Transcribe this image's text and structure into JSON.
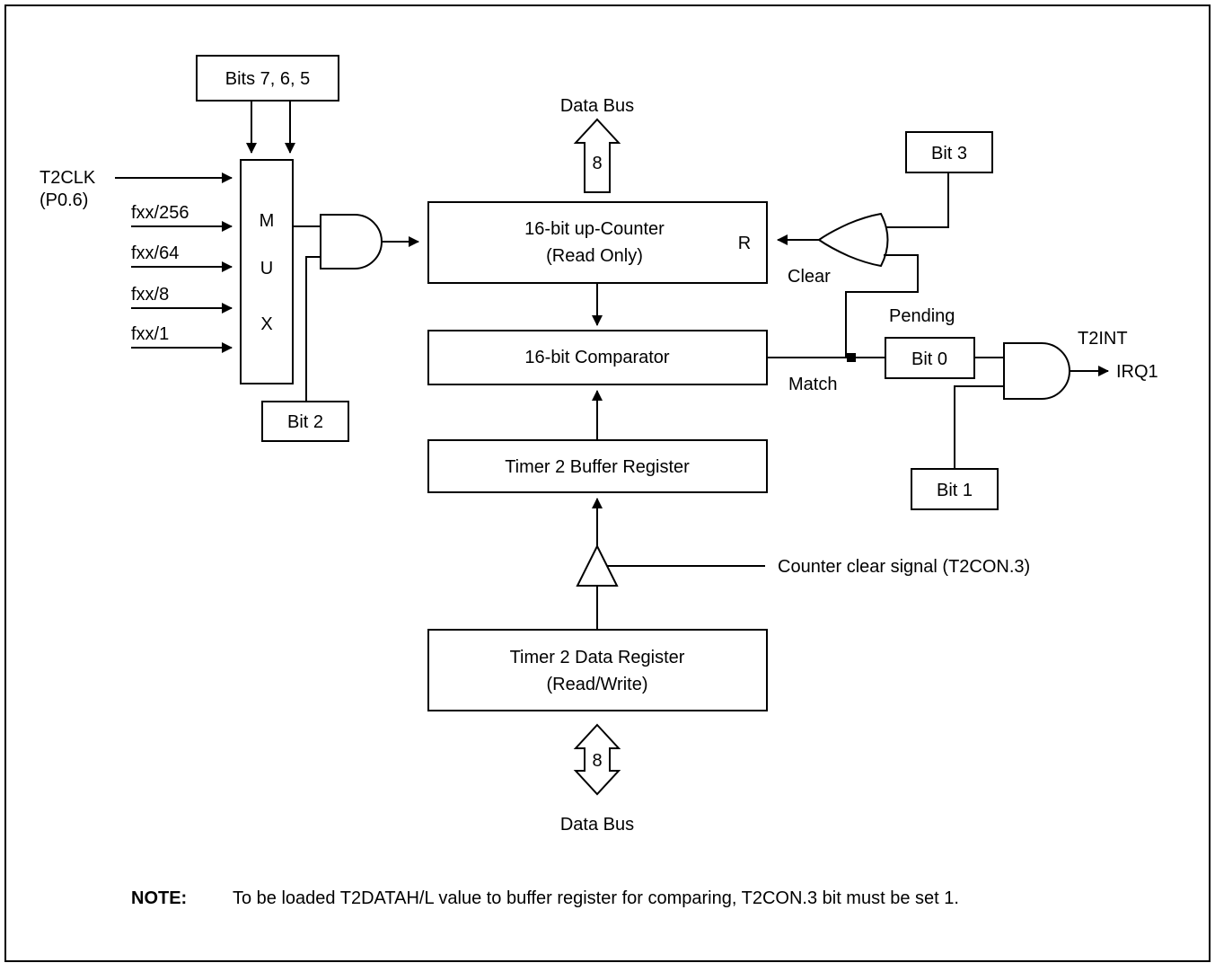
{
  "boxes": {
    "mux_select": "Bits 7, 6, 5",
    "mux_m": "M",
    "mux_u": "U",
    "mux_x": "X",
    "bit2": "Bit 2",
    "bit3": "Bit 3",
    "bit0": "Bit 0",
    "bit1": "Bit 1",
    "counter_line1": "16-bit up-Counter",
    "counter_line2": "(Read Only)",
    "counter_reset": "R",
    "comparator": "16-bit Comparator",
    "buffer": "Timer 2 Buffer Register",
    "data_reg_line1": "Timer 2 Data Register",
    "data_reg_line2": "(Read/Write)"
  },
  "inputs": {
    "t2clk": "T2CLK",
    "p06": "(P0.6)",
    "f256": "fxx/256",
    "f64": "fxx/64",
    "f8": "fxx/8",
    "f1": "fxx/1"
  },
  "labels": {
    "data_bus_top": "Data Bus",
    "data_bus_bottom": "Data Bus",
    "bus_width_top": "8",
    "bus_width_bottom": "8",
    "clear": "Clear",
    "pending": "Pending",
    "match": "Match",
    "t2int": "T2INT",
    "irq1": "IRQ1",
    "clear_signal": "Counter clear signal (T2CON.3)"
  },
  "note": {
    "label": "NOTE:",
    "text": "To be loaded T2DATAH/L value to buffer register for comparing, T2CON.3 bit must be set 1."
  }
}
